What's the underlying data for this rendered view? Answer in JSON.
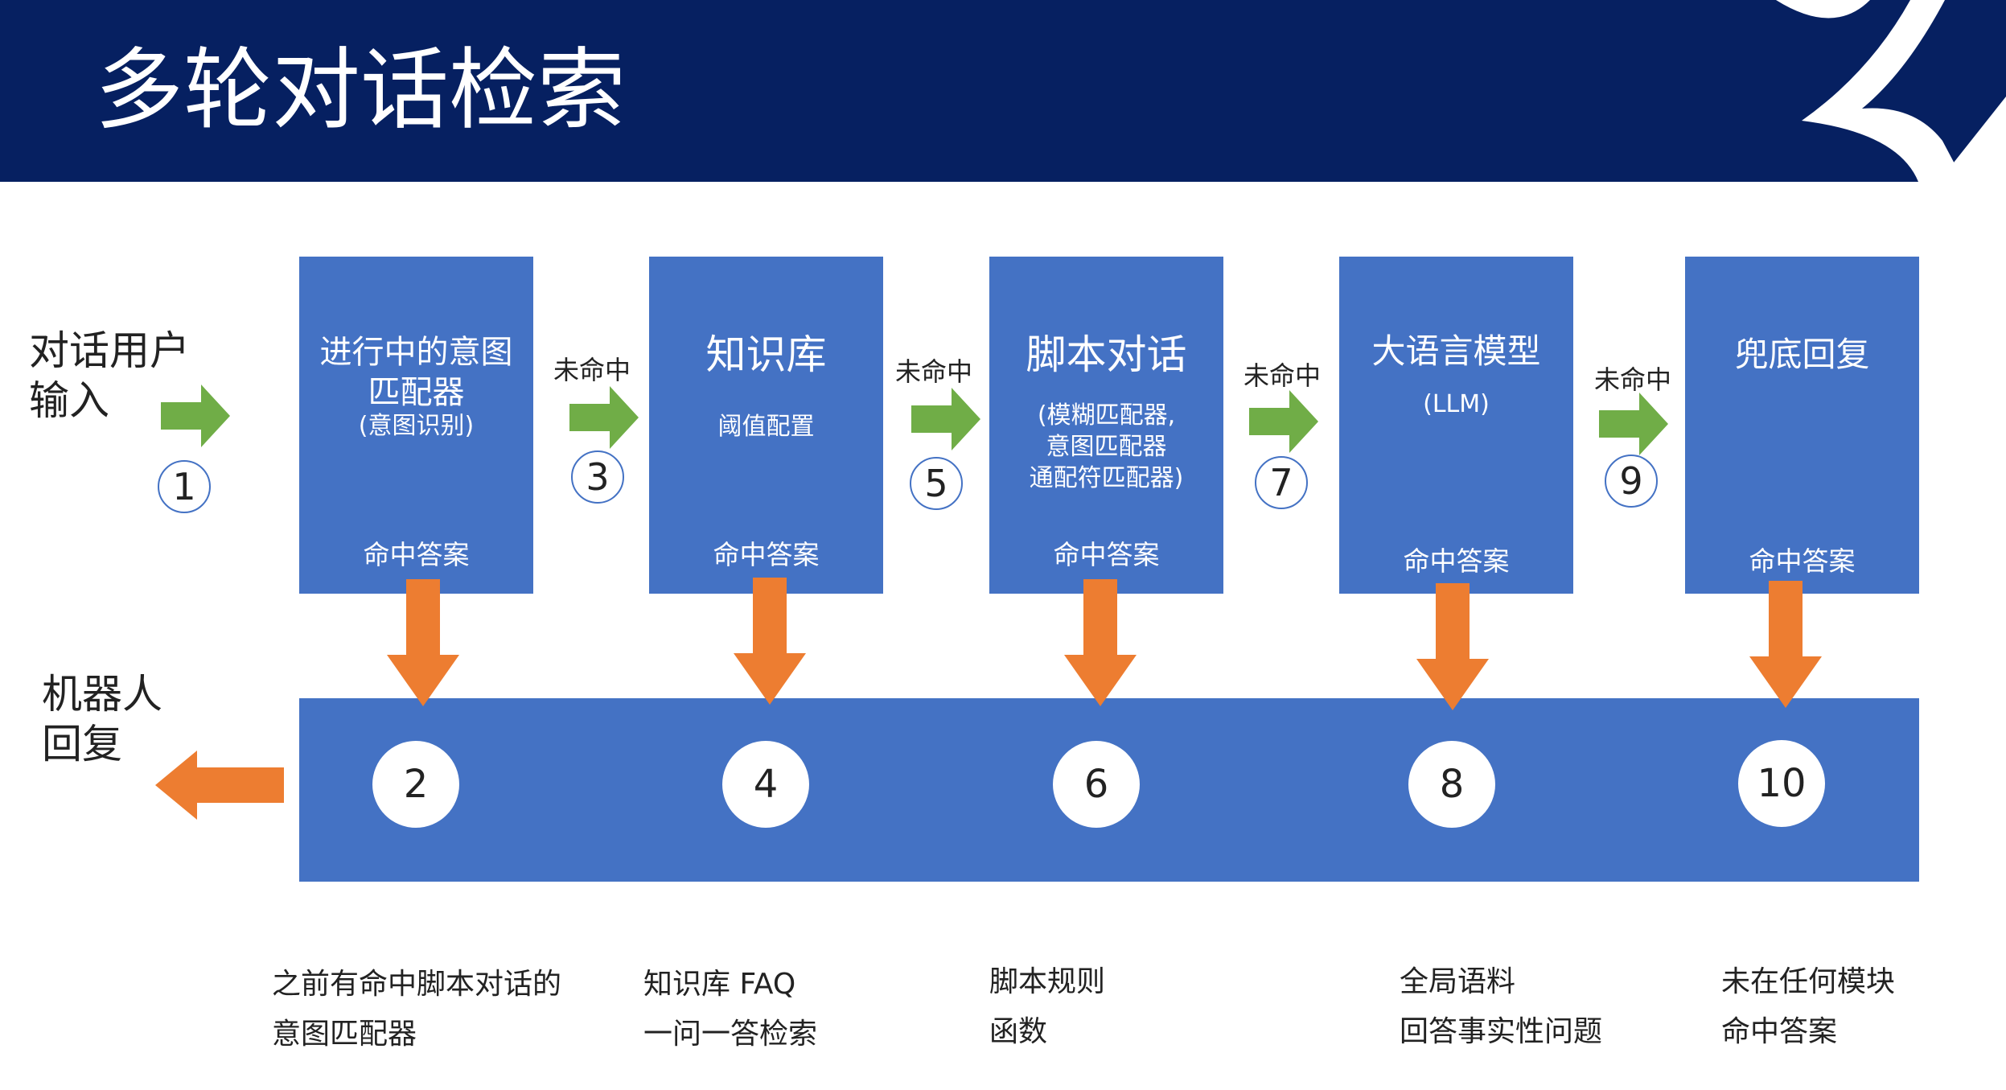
{
  "title": "多轮对话检索",
  "user_input_label": "对话用户\n输入",
  "robot_reply_label": "机器人\n回复",
  "miss_label": "未命中",
  "start_step": "1",
  "colors": {
    "header": "#062061",
    "box": "#4472c4",
    "flow_arrow": "#70ad47",
    "hit_arrow": "#ed7d31"
  },
  "stages": [
    {
      "title": "进行中的意图\n匹配器",
      "subtitle": "(意图识别)",
      "hit": "命中答案",
      "miss_step": "3",
      "hit_step": "2",
      "note": "之前有命中脚本对话的\n意图匹配器"
    },
    {
      "title": "知识库",
      "subtitle": "阈值配置",
      "hit": "命中答案",
      "miss_step": "5",
      "hit_step": "4",
      "note": "知识库 FAQ\n一问一答检索"
    },
    {
      "title": "脚本对话",
      "subtitle": "(模糊匹配器,\n意图匹配器\n通配符匹配器)",
      "hit": "命中答案",
      "miss_step": "7",
      "hit_step": "6",
      "note": "脚本规则\n函数"
    },
    {
      "title": "大语言模型",
      "subtitle": "(LLM)",
      "hit": "命中答案",
      "miss_step": "9",
      "hit_step": "8",
      "note": "全局语料\n回答事实性问题"
    },
    {
      "title": "兜底回复",
      "subtitle": "",
      "hit": "命中答案",
      "hit_step": "10",
      "note": "未在任何模块\n命中答案"
    }
  ]
}
